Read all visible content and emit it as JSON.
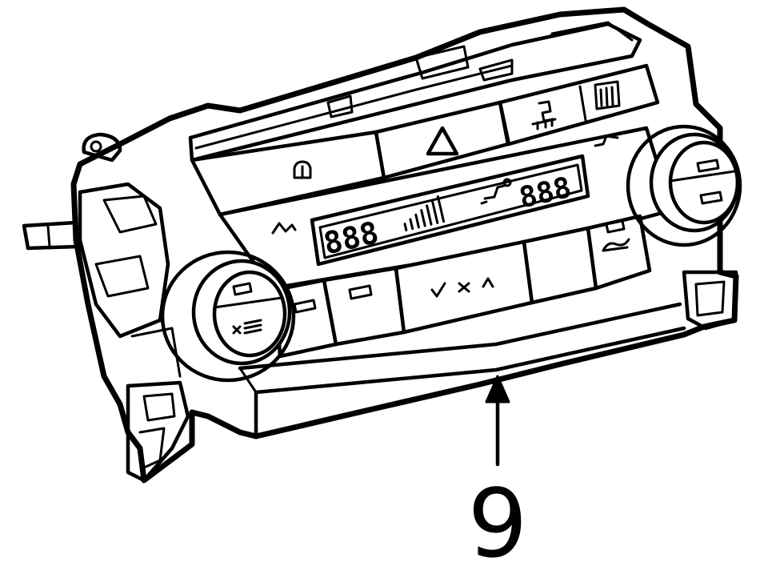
{
  "diagram": {
    "part_callout": "9",
    "callout_color": "#000000",
    "line_color": "#000000",
    "background_color": "#ffffff",
    "left_display_digits": "888",
    "right_display_digits": "888"
  },
  "icons": [
    "recirculation-icon",
    "hazard-triangle-icon",
    "seat-heater-icon",
    "rear-defrost-icon",
    "airflow-seat-icon",
    "fan-bars-icon",
    "fan-speed-icon",
    "ac-mode-icon"
  ]
}
